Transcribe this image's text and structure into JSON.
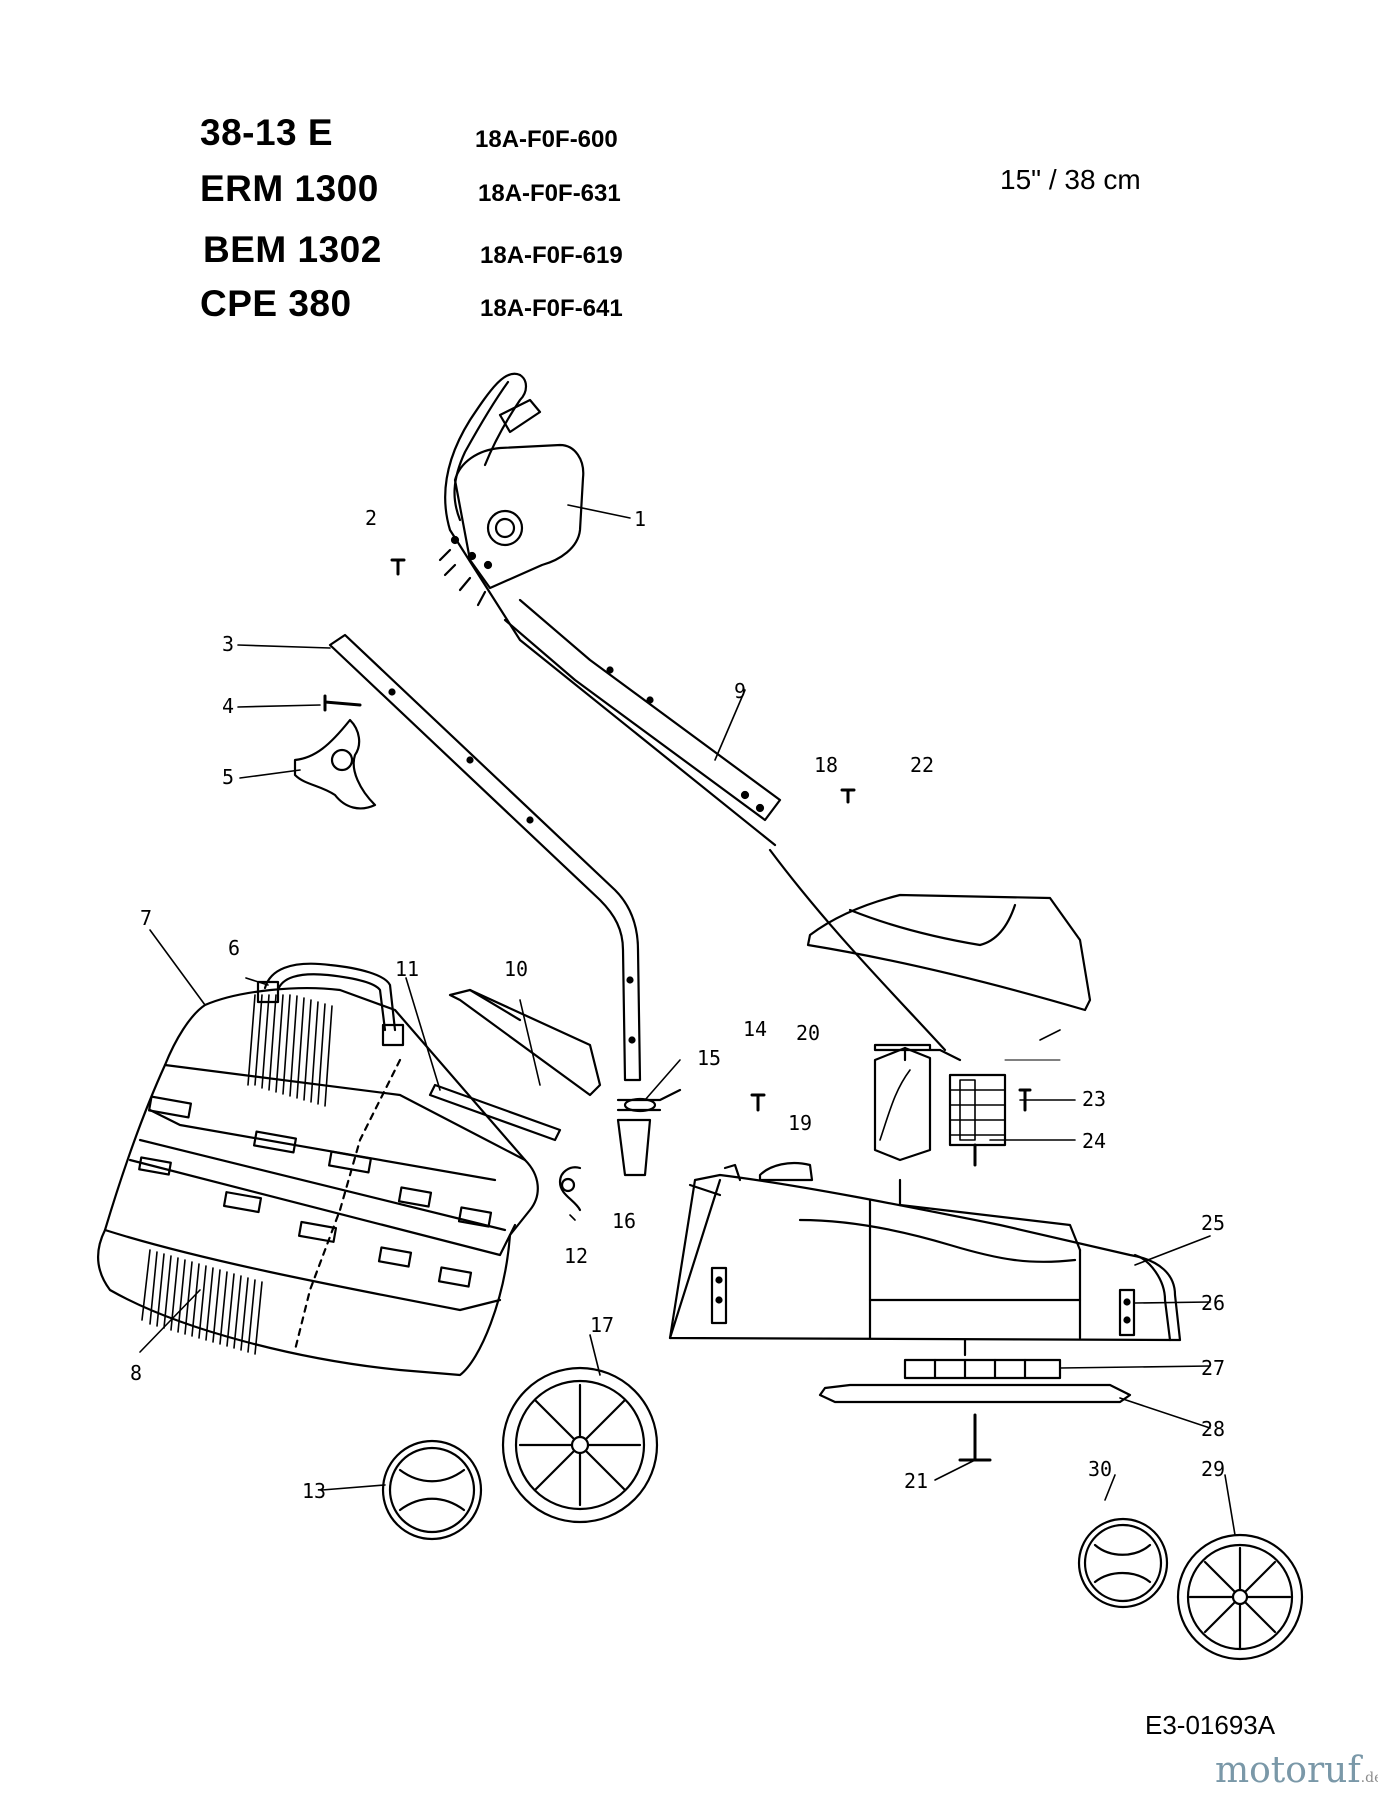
{
  "models": [
    {
      "name": "38-13 E",
      "part_number": "18A-F0F-600"
    },
    {
      "name": "ERM 1300",
      "part_number": "18A-F0F-631"
    },
    {
      "name": "BEM 1302",
      "part_number": "18A-F0F-619"
    },
    {
      "name": "CPE 380",
      "part_number": "18A-F0F-641"
    }
  ],
  "deck_size": "15\" / 38 cm",
  "document_ref": "E3-01693A",
  "watermark": {
    "text": "motoruf",
    "suffix": ".de"
  },
  "callouts": [
    "1",
    "2",
    "3",
    "4",
    "5",
    "6",
    "7",
    "8",
    "9",
    "10",
    "11",
    "12",
    "13",
    "14",
    "15",
    "16",
    "17",
    "18",
    "19",
    "20",
    "21",
    "22",
    "23",
    "24",
    "25",
    "26",
    "27",
    "28",
    "29",
    "30"
  ],
  "icons": [
    "bolt-icon",
    "wheel-icon",
    "hubcap-icon",
    "mower-deck-icon",
    "grass-catcher-icon",
    "handle-icon",
    "motor-icon",
    "blade-icon"
  ]
}
